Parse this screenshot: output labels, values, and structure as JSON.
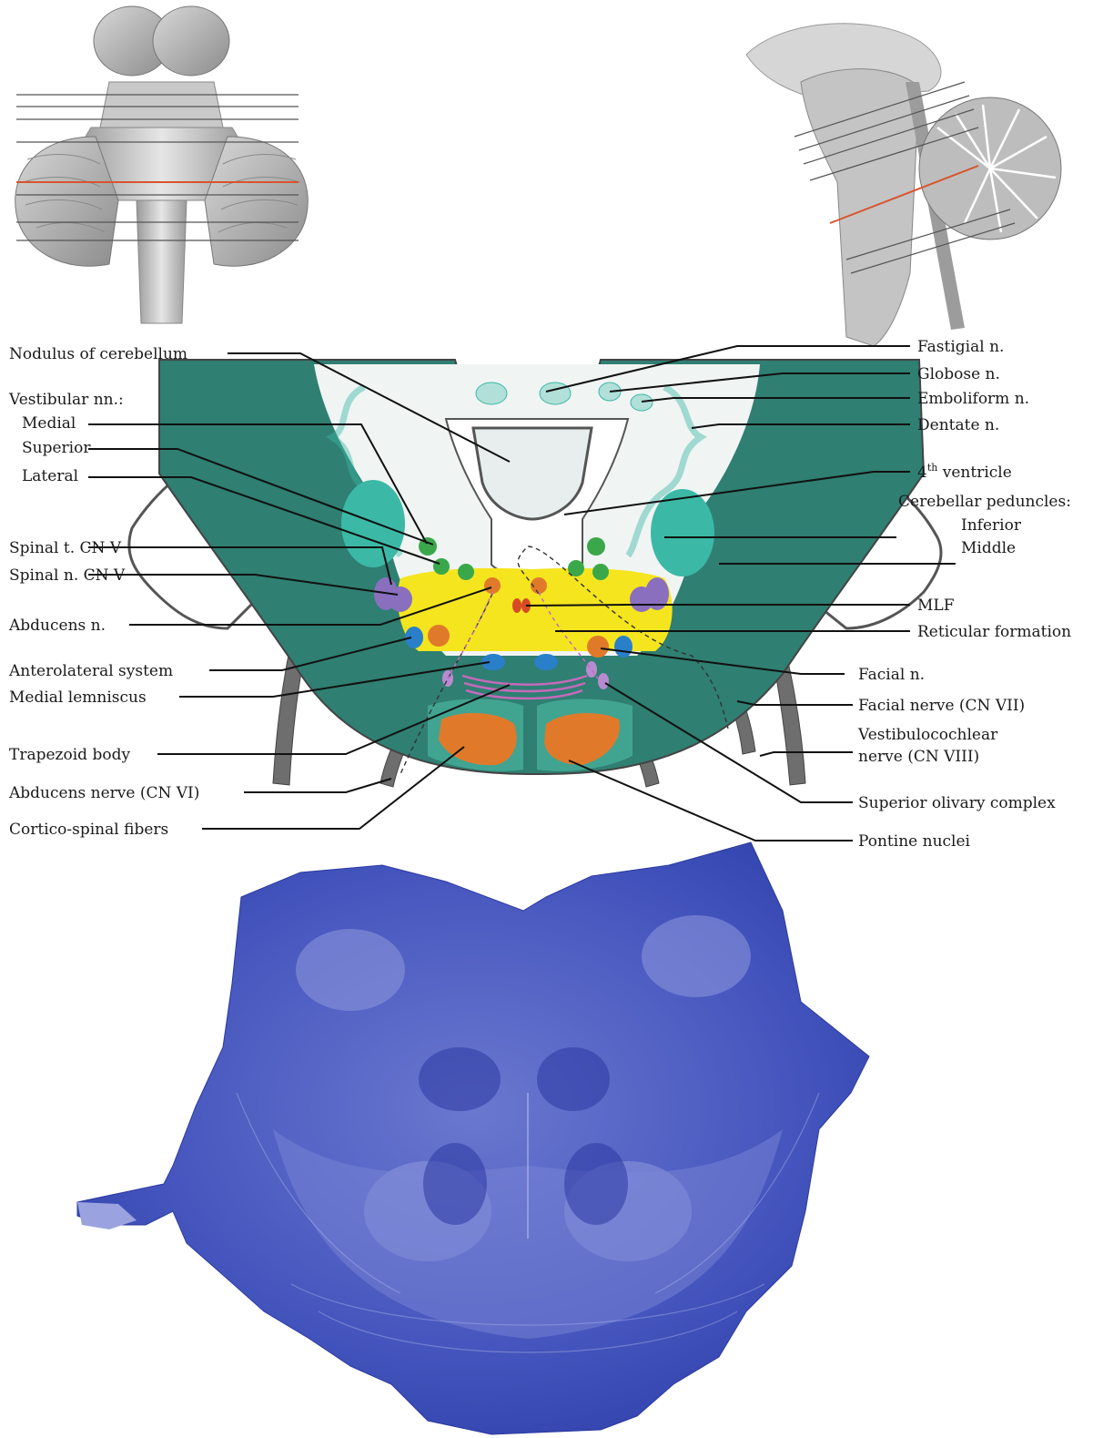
{
  "labels_left": {
    "nodulus": "Nodulus of cerebellum",
    "vestibular_heading": "Vestibular nn.:",
    "medial": "Medial",
    "superior": "Superior",
    "lateral": "Lateral",
    "spinal_tract": "Spinal t. CN V",
    "spinal_nucleus": "Spinal n. CN V",
    "abducens_n": "Abducens n.",
    "anterolateral": "Anterolateral system",
    "medial_lemniscus": "Medial lemniscus",
    "trapezoid": "Trapezoid body",
    "abducens_nerve": "Abducens nerve (CN VI)",
    "corticospinal": "Cortico-spinal fibers"
  },
  "labels_right": {
    "fastigial": "Fastigial n.",
    "globose": "Globose n.",
    "emboliform": "Emboliform n.",
    "dentate": "Dentate n.",
    "ventricle_num": "4",
    "ventricle_sup": "th",
    "ventricle_text": " ventricle",
    "peduncles_heading": "Cerebellar peduncles:",
    "inferior": "Inferior",
    "middle": "Middle",
    "mlf": "MLF",
    "reticular": "Reticular formation",
    "facial_n": "Facial n.",
    "facial_nerve": "Facial nerve (CN VII)",
    "vestibulocochlear_1": "Vestibulocochlear",
    "vestibulocochlear_2": "nerve (CN VIII)",
    "superior_olivary": "Superior olivary complex",
    "pontine": "Pontine nuclei"
  },
  "colors": {
    "peduncle_teal": "#2f7f72",
    "nucleus_teal": "#3bb9a6",
    "vestibular_green": "#3aa84a",
    "reticular_yellow": "#f5e51f",
    "orange": "#e07a2a",
    "purple": "#8a6fbf",
    "blue": "#2a7fc9",
    "magenta": "#c46ab9",
    "stain_blue": "#3c4fb8",
    "section_line_red": "#d9532c"
  },
  "icons": {
    "brainstem_ventral": "brainstem-ventral-view-icon",
    "brain_sagittal": "brain-midsagittal-view-icon",
    "histology": "nissl-stained-section-image"
  }
}
